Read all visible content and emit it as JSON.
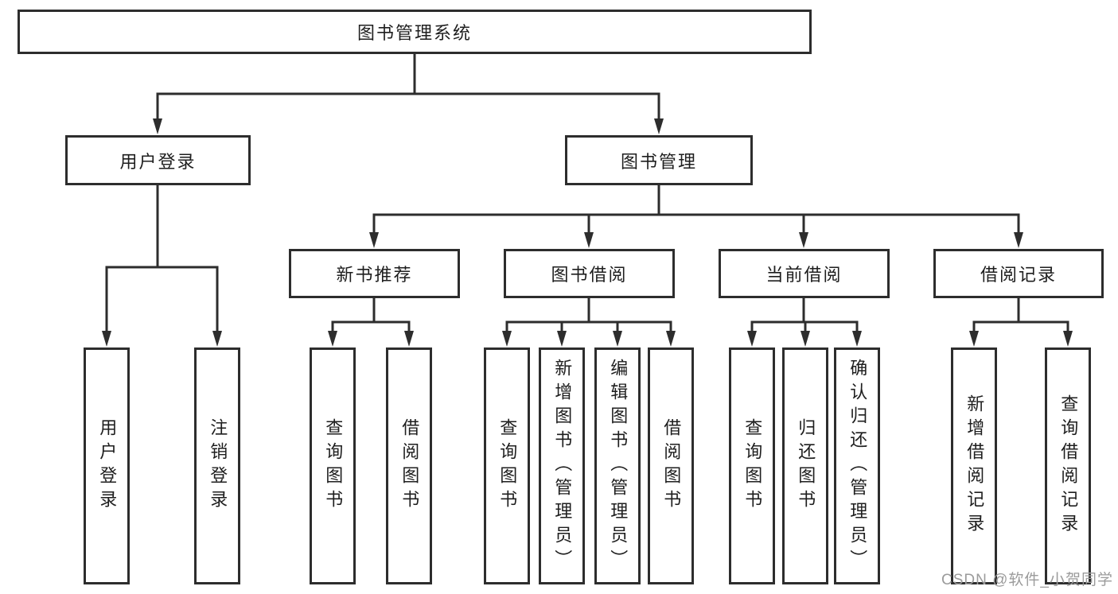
{
  "diagram": {
    "type": "tree",
    "tree": {
      "label": "图书管理系统",
      "children": [
        {
          "label": "用户登录",
          "children": [
            {
              "label": "用户登录"
            },
            {
              "label": "注销登录"
            }
          ]
        },
        {
          "label": "图书管理",
          "children": [
            {
              "label": "新书推荐",
              "children": [
                {
                  "label": "查询图书"
                },
                {
                  "label": "借阅图书"
                }
              ]
            },
            {
              "label": "图书借阅",
              "children": [
                {
                  "label": "查询图书"
                },
                {
                  "label": "新增图书（管理员）"
                },
                {
                  "label": "编辑图书（管理员）"
                },
                {
                  "label": "借阅图书"
                }
              ]
            },
            {
              "label": "当前借阅",
              "children": [
                {
                  "label": "查询图书"
                },
                {
                  "label": "归还图书"
                },
                {
                  "label": "确认归还（管理员）"
                }
              ]
            },
            {
              "label": "借阅记录",
              "children": [
                {
                  "label": "新增借阅记录"
                },
                {
                  "label": "查询借阅记录"
                }
              ]
            }
          ]
        }
      ]
    },
    "colors": {
      "line": "#2d2d2d",
      "border": "#2d2d2d",
      "text": "#1e1e1e",
      "background": "#ffffff",
      "watermark": "#9b9b9b"
    }
  },
  "watermark": {
    "text": "CSDN @软件_小贺同学"
  }
}
